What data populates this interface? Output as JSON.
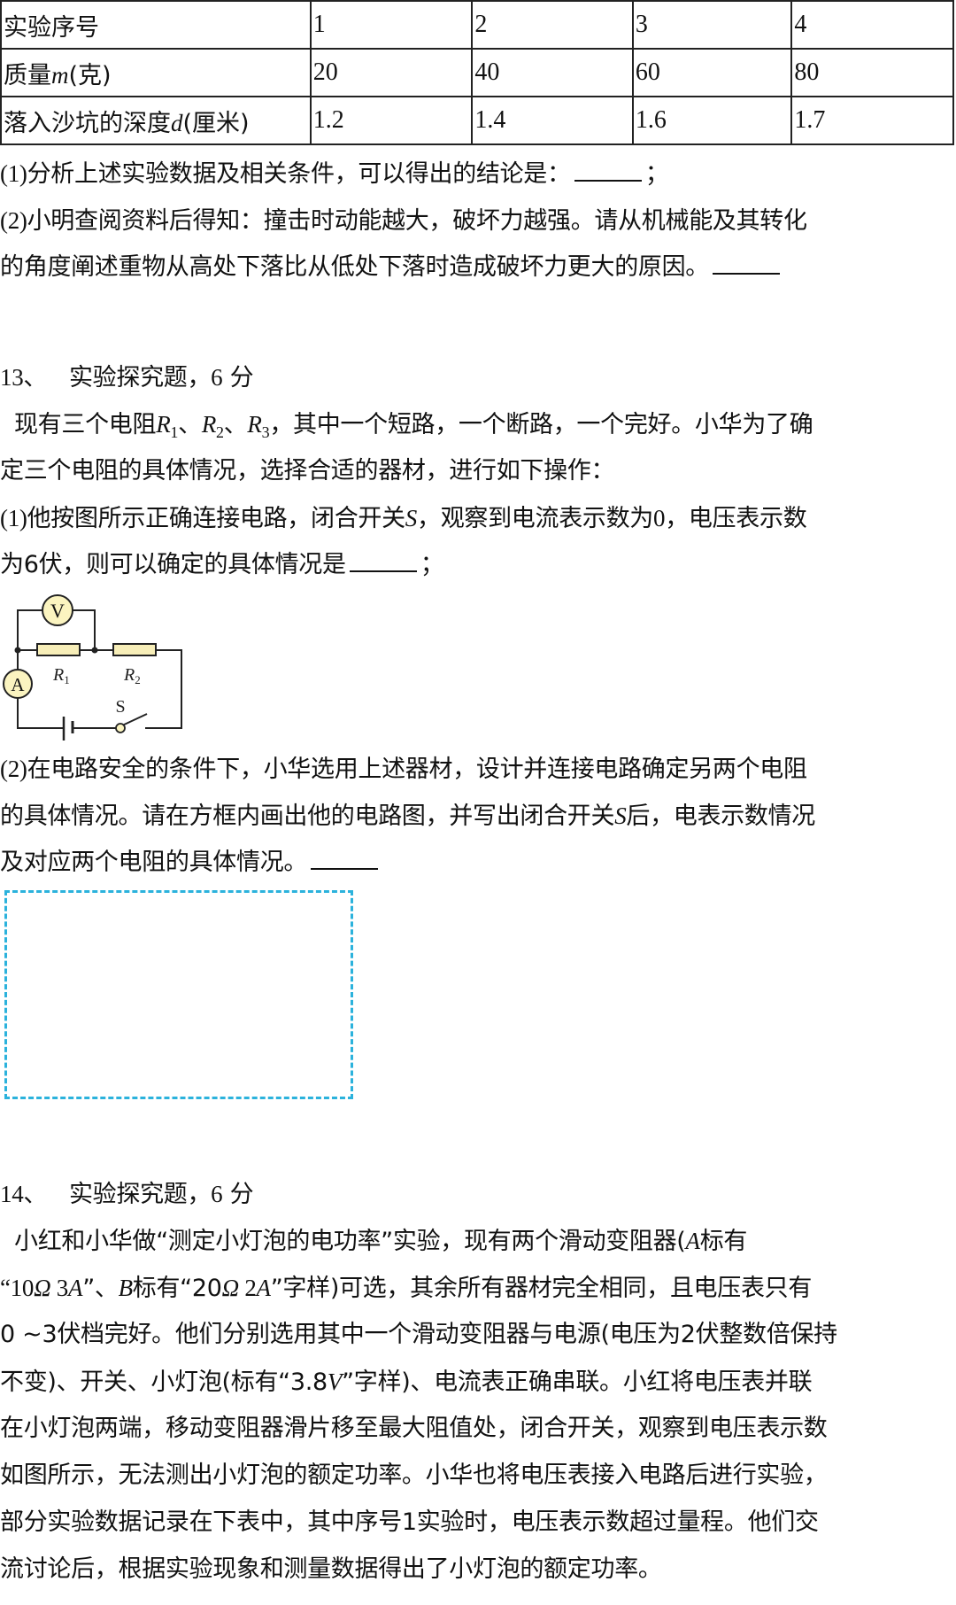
{
  "q12": {
    "table": {
      "rows": [
        {
          "label": "实验序号",
          "label_var": "",
          "label_unit": "",
          "values": [
            "1",
            "2",
            "3",
            "4"
          ]
        },
        {
          "label": "质量",
          "label_var": "m",
          "label_unit": "(克)",
          "values": [
            "20",
            "40",
            "60",
            "80"
          ]
        },
        {
          "label": "落入沙坑的深度",
          "label_var": "d",
          "label_unit": "(厘米)",
          "values": [
            "1.2",
            "1.4",
            "1.6",
            "1.7"
          ]
        }
      ]
    },
    "part1_prefix": "(1)",
    "part1_text": "分析上述实验数据及相关条件，可以得出的结论是：",
    "part1_end": "；",
    "part2_prefix": "(2)",
    "part2_line1": "小明查阅资料后得知：撞击时动能越大，破坏力越强。请从机械能及其转化",
    "part2_line2": "的角度阐述重物从高处下落比从低处下落时造成破坏力更大的原因。"
  },
  "q13": {
    "number": "13、",
    "type": "实验探究题，",
    "score_num": "6",
    "score_unit": "分",
    "intro_a": "现有三个电阻",
    "r": "R",
    "sub1": "1",
    "sub2": "2",
    "sub3": "3",
    "sep": "、",
    "intro_b": "，其中一个短路，一个断路，一个完好。小华为了确",
    "intro_line2": "定三个电阻的具体情况，选择合适的器材，进行如下操作：",
    "part1_prefix": "(1)",
    "part1_a": "他按图所示正确连接电路，闭合开关",
    "switch_var": "S",
    "part1_b": "，观察到电流表示数为",
    "zero": "0",
    "part1_c": "，电压表示数",
    "part1_line2_a": "为6伏，则可以确定的具体情况是",
    "part1_end": "；",
    "circuit": {
      "voltmeter": "V",
      "ammeter": "A",
      "r1": "R",
      "r1_sub": "1",
      "r2": "R",
      "r2_sub": "2",
      "switch": "S",
      "meter_fill": "#fbf4c0",
      "resistor_fill": "#f7eeb8"
    },
    "part2_prefix": "(2)",
    "part2_line1": "在电路安全的条件下，小华选用上述器材，设计并连接电路确定另两个电阻",
    "part2_line2_a": "的具体情况。请在方框内画出他的电路图，并写出闭合开关",
    "part2_line2_b": "后，电表示数情况",
    "part2_line3": "及对应两个电阻的具体情况。",
    "answer_box_color": "#2bb2dc"
  },
  "q14": {
    "number": "14、",
    "type": "实验探究题，",
    "score_num": "6",
    "score_unit": "分",
    "line1_a": "小红和小华做“测定小灯泡的电功率”实验，现有两个滑动变阻器(",
    "line1_var": "A",
    "line1_b": "标有",
    "line2_a": "“10",
    "omega": "Ω",
    "line2_b": " 3",
    "line2_var_a": "A",
    "line2_c": "”、",
    "line2_var_b": "B",
    "line2_d": "标有“20",
    "line2_e": " 2",
    "line2_f": "”字样)可选，其余所有器材完全相同，且电压表只有",
    "line3": "0 ~3伏档完好。他们分别选用其中一个滑动变阻器与电源(电压为2伏整数倍保持",
    "line4_a": "不变)、开关、小灯泡(标有“3.8",
    "line4_var": "V",
    "line4_b": "”字样)、电流表正确串联。小红将电压表并联",
    "line5": "在小灯泡两端，移动变阻器滑片移至最大阻值处，闭合开关，观察到电压表示数",
    "line6": "如图所示，无法测出小灯泡的额定功率。小华也将电压表接入电路后进行实验，",
    "line7": "部分实验数据记录在下表中，其中序号1实验时，电压表示数超过量程。他们交",
    "line8": "流讨论后，根据实验现象和测量数据得出了小灯泡的额定功率。"
  }
}
